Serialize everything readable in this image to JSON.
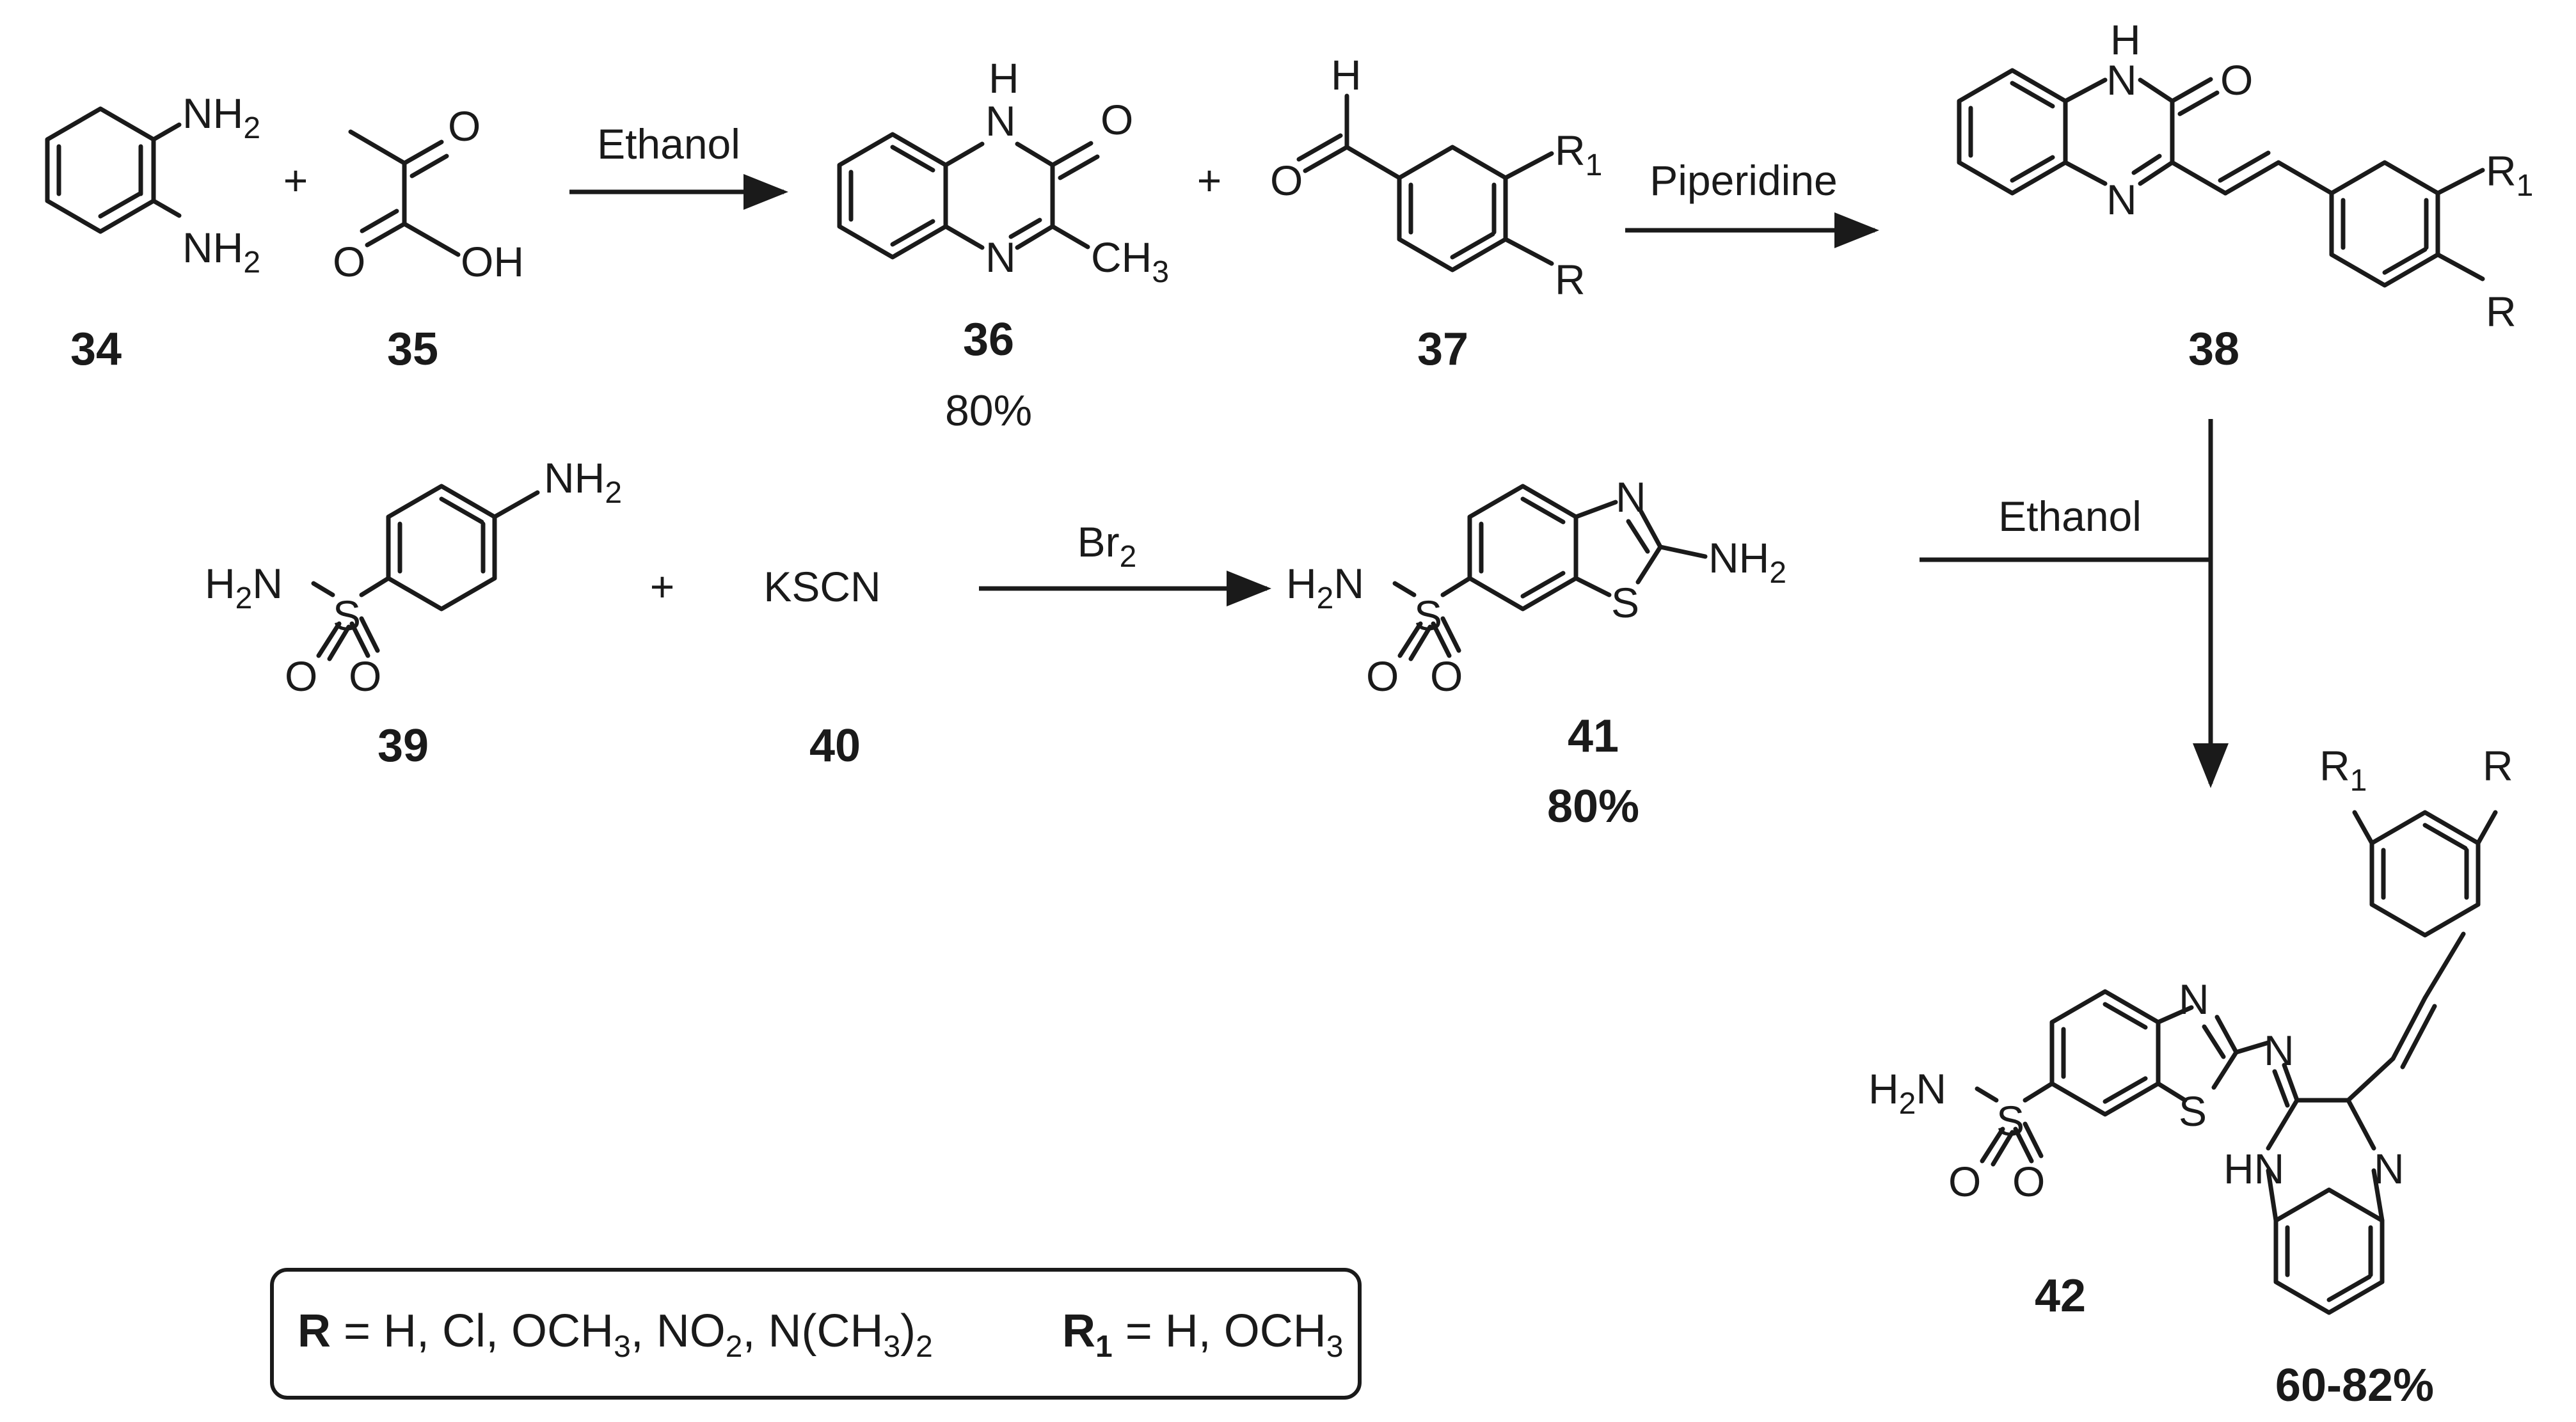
{
  "compounds": {
    "c34": {
      "label": "34",
      "nh2_a": "NH",
      "nh2_b": "NH",
      "sub2": "2"
    },
    "c35": {
      "label": "35",
      "o_top": "O",
      "o_bot": "O",
      "oh": "OH"
    },
    "c36": {
      "label": "36",
      "yield": "80%",
      "nh": "H",
      "n1": "N",
      "n2": "N",
      "o": "O",
      "ch3": "CH",
      "sub3": "3"
    },
    "c37": {
      "label": "37",
      "h": "H",
      "o": "O",
      "r1": "R",
      "sub1": "1",
      "r": "R"
    },
    "c38": {
      "label": "38",
      "h": "H",
      "n1": "N",
      "n2": "N",
      "o": "O",
      "r1": "R",
      "sub1": "1",
      "r": "R"
    },
    "c39": {
      "label": "39",
      "nh2": "NH",
      "h2n": "H",
      "h2n_n": "N",
      "s": "S",
      "o1": "O",
      "o2": "O",
      "sub2": "2"
    },
    "c40": {
      "label": "40",
      "formula": "KSCN"
    },
    "c41": {
      "label": "41",
      "yield": "80%",
      "n": "N",
      "s_ring": "S",
      "nh2": "NH",
      "h2n": "H",
      "h2n_n": "N",
      "s": "S",
      "o1": "O",
      "o2": "O",
      "sub2": "2"
    },
    "c42": {
      "label": "42",
      "yield": "60-82%",
      "n_thz": "N",
      "s_thz": "S",
      "n_imine": "N",
      "hn": "HN",
      "n_pyr": "N",
      "h2n": "H",
      "h2n_n": "N",
      "s": "S",
      "o1": "O",
      "o2": "O",
      "r1": "R",
      "sub1": "1",
      "r": "R",
      "sub2": "2"
    }
  },
  "operators": {
    "plus": "+"
  },
  "reagents": {
    "step1": "Ethanol",
    "step2": "Piperidine",
    "step3_br": "Br",
    "step3_sub": "2",
    "step4": "Ethanol"
  },
  "legend": {
    "r_label": "R",
    "r_values_1": " = H, Cl, OCH",
    "r_values_2": ", NO",
    "r_values_3": ", N(CH",
    "r_values_4": ")",
    "sub3": "3",
    "sub2": "2",
    "r1_label": "R",
    "r1_sub": "1",
    "r1_values": " = H, OCH",
    "r1_sub3": "3"
  }
}
